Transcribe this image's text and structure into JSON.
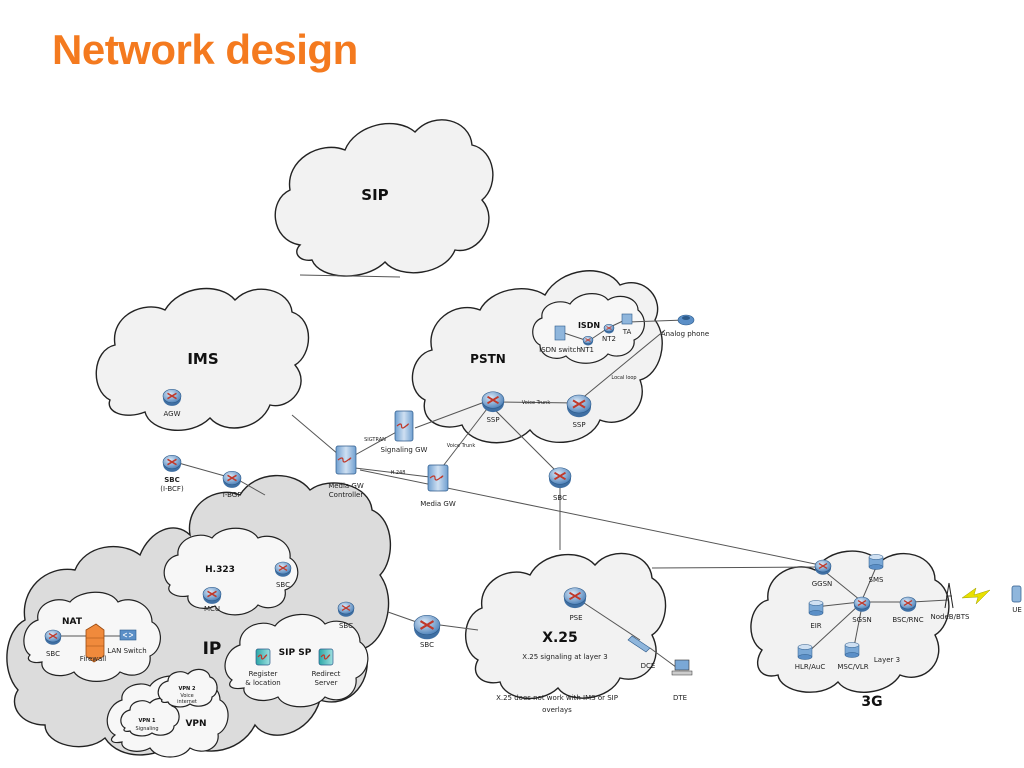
{
  "title": "Network design",
  "clouds": {
    "sip": "SIP",
    "ims": "IMS",
    "pstn": "PSTN",
    "isdn": "ISDN",
    "ip": "IP",
    "h323": "H.323",
    "nat": "NAT",
    "sip_sp": "SIP SP",
    "vpn": "VPN",
    "vpn1": "VPN 1",
    "vpn1_sub": "Signaling",
    "vpn2": "VPN 2",
    "vpn2_sub1": "Voice",
    "vpn2_sub2": "internet",
    "x25": "X.25",
    "g3": "3G"
  },
  "nodes": {
    "agw": "AGW",
    "sbc_ibcf_1": "SBC",
    "sbc_ibcf_2": "(I-BCF)",
    "ibgf": "I-BGF",
    "mgc_1": "Media GW",
    "mgc_2": "Controller",
    "signaling_gw": "Signaling GW",
    "media_gw": "Media GW",
    "isdn_switch": "ISDN switch",
    "nt1": "NT1",
    "nt2": "NT2",
    "ta": "TA",
    "analog_phone": "Analog phone",
    "ssp1": "SSP",
    "ssp2": "SSP",
    "sbc_pstn": "SBC",
    "sbc_h323": "SBC",
    "mcu": "MCU",
    "sbc_sipsp": "SBC",
    "sbc_nat": "SBC",
    "firewall": "Firewall",
    "lan_switch": "LAN Switch",
    "register_1": "Register",
    "register_2": "& location",
    "redirect_1": "Redirect",
    "redirect_2": "Server",
    "sbc_x25": "SBC",
    "pse": "PSE",
    "dce": "DCE",
    "dte": "DTE",
    "ggsn": "GGSN",
    "sms": "SMS",
    "eir": "EIR",
    "sgsn": "SGSN",
    "bsc_rnc": "BSC/RNC",
    "nodeb": "NodeB/BTS",
    "ue": "UE",
    "hlr": "HLR/AuC",
    "msc": "MSC/VLR"
  },
  "links": {
    "sigtran": "SIGTRAN",
    "h248": "H.248",
    "voice_trunk_1": "Voice Trunk",
    "voice_trunk_2": "Voice Trunk",
    "local_loop": "Local loop"
  },
  "notes": {
    "x25_sig": "X.25 signaling at layer 3",
    "x25_nowork_1": "X.25 does not work with IMS or SIP",
    "x25_nowork_2": "overlays",
    "layer3": "Layer 3"
  },
  "colors": {
    "title": "#f47a1f",
    "router": "#5b8fc7",
    "server": "#8fb6dc",
    "firewall": "#f08a3c",
    "lightning": "#e8e000"
  }
}
